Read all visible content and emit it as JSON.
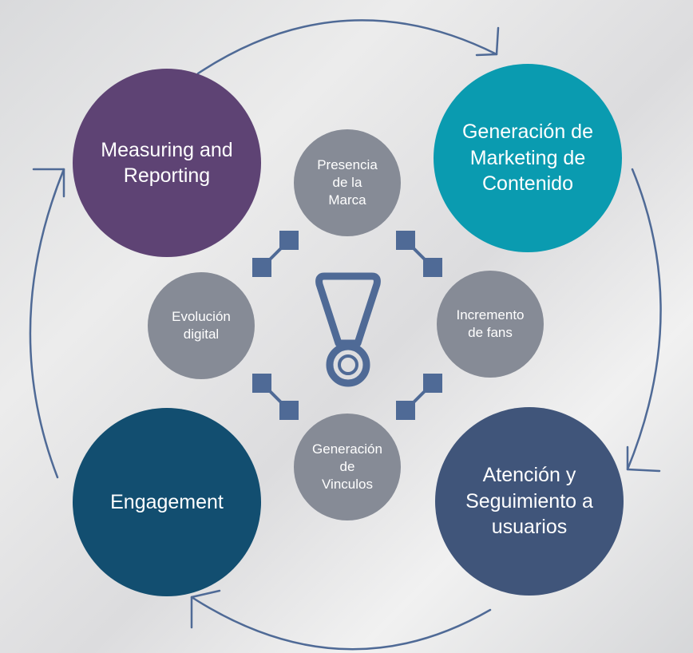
{
  "outer_nodes": {
    "measuring": {
      "label": "Measuring and\nReporting",
      "color": "#5e4374"
    },
    "generacion_contenido": {
      "label": "Generación de\nMarketing de\nContenido",
      "color": "#0a9bb0"
    },
    "atencion": {
      "label": "Atención y\nSeguimiento a\nusuarios",
      "color": "#40557a"
    },
    "engagement": {
      "label": "Engagement",
      "color": "#124e70"
    }
  },
  "inner_nodes": {
    "presencia": {
      "label": "Presencia\nde la\nMarca"
    },
    "incremento": {
      "label": "Incremento\nde fans"
    },
    "vinculos": {
      "label": "Generación\nde\nVinculos"
    },
    "evolucion": {
      "label": "Evolución\ndigital"
    }
  },
  "center_icon": "exclamation-icon",
  "accent_color": "#4f6a96"
}
